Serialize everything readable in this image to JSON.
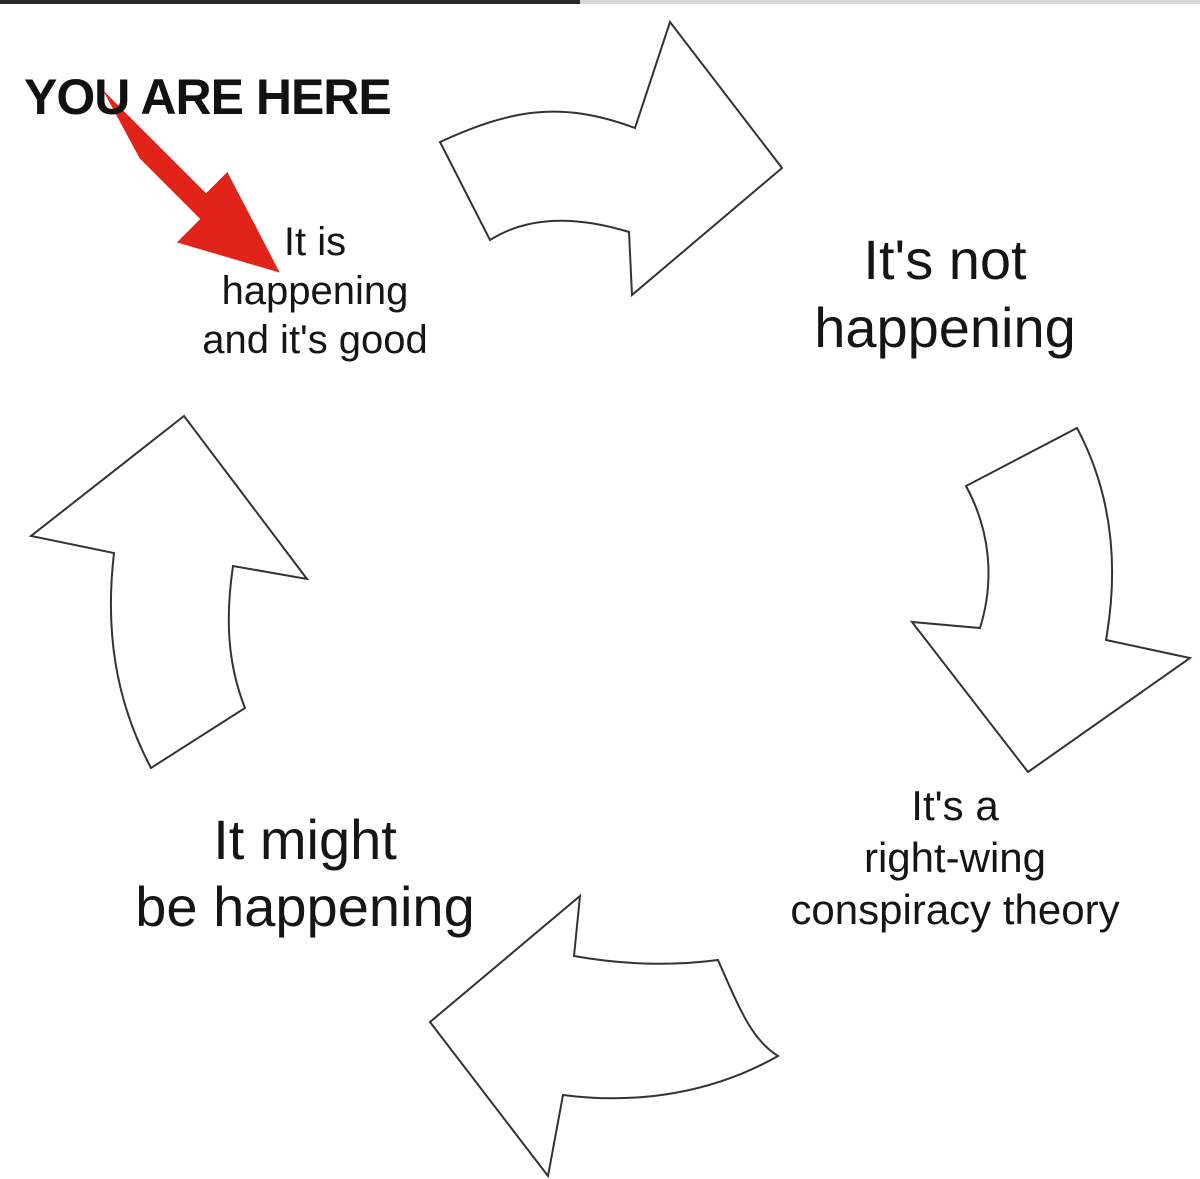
{
  "marker": {
    "label": "YOU ARE HERE",
    "color": "#e2231a"
  },
  "stages": [
    {
      "lines": [
        "It is",
        "happening",
        "and it's good"
      ]
    },
    {
      "lines": [
        "It's not",
        "happening"
      ]
    },
    {
      "lines": [
        "It's a",
        "right-wing",
        "conspiracy theory"
      ]
    },
    {
      "lines": [
        "It might",
        "be happening"
      ]
    }
  ],
  "cycle_arrows": [
    "arrow-top-right",
    "arrow-right-down",
    "arrow-bottom-left",
    "arrow-left-up"
  ],
  "colors": {
    "arrow_fill": "#ffffff",
    "arrow_stroke": "#333333",
    "text": "#151515"
  }
}
